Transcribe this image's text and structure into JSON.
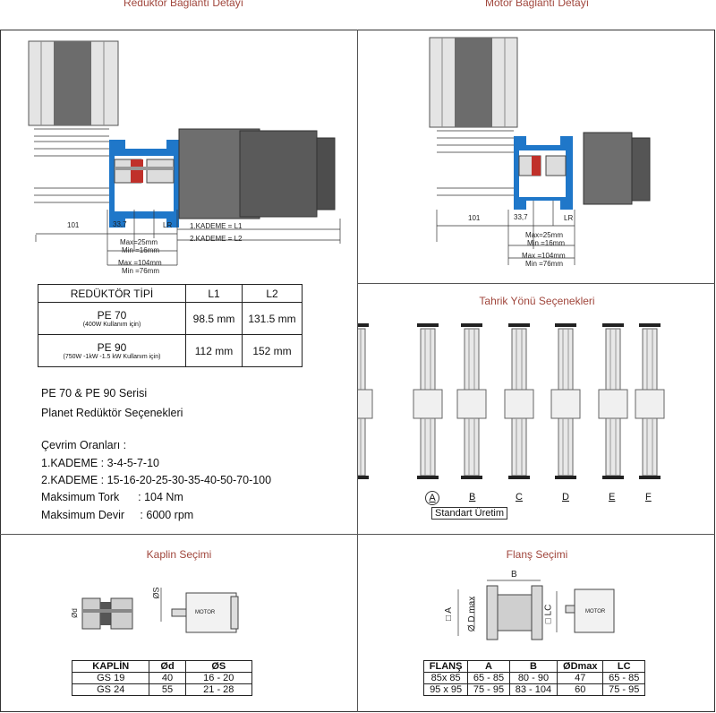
{
  "headers": {
    "reducer_connection": "Redüktör  Bağlantı Detayı",
    "motor_connection": "Motor Bağlantı Detayı",
    "drive_direction": "Tahrik Yönü Seçenekleri",
    "coupling": "Kaplin Seçimi",
    "flange": "Flanş Seçimi"
  },
  "reducer_dims": {
    "d101": "101",
    "d337": "33,7",
    "lr": "LR",
    "kademe1": "1.KADEME = L1",
    "kademe2": "2.KADEME = L2",
    "max25": "Max=25mm",
    "min16": "Min =16mm",
    "max104": "Max  =104mm",
    "min76": "Min =76mm"
  },
  "motor_dims": {
    "d101": "101",
    "d337": "33,7",
    "lr": "LR",
    "max25": "Max=25mm",
    "min16": "Min =16mm",
    "max104": "Max =104mm",
    "min76": "Min =76mm"
  },
  "reducer_table": {
    "headers": [
      "REDÜKTÖR TİPİ",
      "L1",
      "L2"
    ],
    "rows": [
      {
        "type": "PE 70",
        "note": "(400W Kullanım için)",
        "l1": "98.5 mm",
        "l2": "131.5 mm"
      },
      {
        "type": "PE 90",
        "note": "(750W -1kW -1.5 kW Kullanım için)",
        "l1": "112 mm",
        "l2": "152 mm"
      }
    ]
  },
  "info": {
    "line1": "PE 70 & PE 90 Serisi",
    "line2": "Planet Redüktör Seçenekleri",
    "line3": "Çevrim Oranları :",
    "line4": "1.KADEME :  3-4-5-7-10",
    "line5": "2.KADEME :  15-16-20-25-30-35-40-50-70-100",
    "line6": "Maksimum Tork      : 104 Nm",
    "line7": "Maksimum Devir     : 6000 rpm"
  },
  "drive_options": [
    "A",
    "B",
    "C",
    "D",
    "E",
    "F"
  ],
  "standard_label": "Standart Üretim",
  "coupling": {
    "od_label": "Ød",
    "os_label": "ØS",
    "motor_label": "MOTOR",
    "headers": [
      "KAPLİN",
      "Ød",
      "ØS"
    ],
    "rows": [
      [
        "GS 19",
        "40",
        "16 - 20"
      ],
      [
        "GS 24",
        "55",
        "21 - 28"
      ]
    ]
  },
  "flange": {
    "b_label": "B",
    "a_label": "□ A",
    "dmax_label": "Ø D max",
    "lc_label": "□ LC",
    "motor_label": "MOTOR",
    "headers": [
      "FLANŞ",
      "A",
      "B",
      "ØDmax",
      "LC"
    ],
    "rows": [
      [
        "85x 85",
        "65 - 85",
        "80 - 90",
        "47",
        "65 - 85"
      ],
      [
        "95 x 95",
        "75 - 95",
        "83 - 104",
        "60",
        "75 - 95"
      ]
    ]
  },
  "colors": {
    "accent": "#a0463c",
    "blue": "#1f77c9",
    "red": "#c0302a",
    "border": "#333333"
  }
}
